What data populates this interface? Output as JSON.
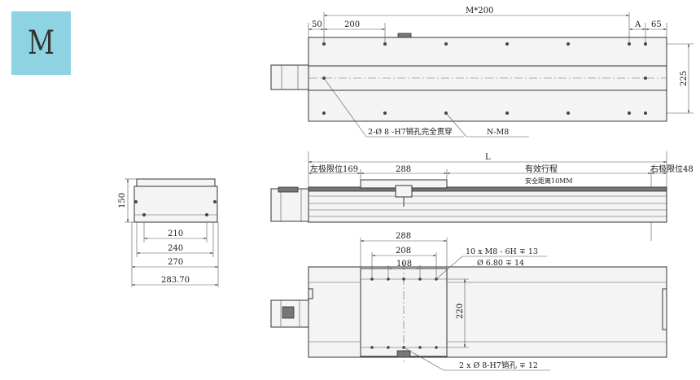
{
  "badge": {
    "letter": "M"
  },
  "top_view": {
    "dim_50": "50",
    "dim_200": "200",
    "dim_m200": "M*200",
    "dim_a": "A",
    "dim_65": "65",
    "dim_225": "225",
    "callout_pin": "2-Ø 8 -H7销孔完全贯穿",
    "callout_thread": "N-M8"
  },
  "side_view": {
    "dim_l": "L",
    "left_limit": "左极限位169",
    "dim_288": "288",
    "effective_stroke": "有效行程",
    "right_limit": "右极限位48",
    "safe_distance": "安全距离10MM"
  },
  "end_view": {
    "dim_150": "150",
    "dim_210": "210",
    "dim_240": "240",
    "dim_270": "270",
    "dim_28370": "283.70"
  },
  "bottom_view": {
    "dim_288": "288",
    "dim_208": "208",
    "dim_108": "108",
    "dim_220": "220",
    "callout_thread_1": "10 x  M8 - 6H ∓ 13",
    "callout_thread_2": "Ø 6.80 ∓ 14",
    "callout_pin": "2 x  Ø 8-H7销孔 ∓ 12"
  },
  "colors": {
    "badge": "#8ed3e2",
    "line": "#333333"
  }
}
